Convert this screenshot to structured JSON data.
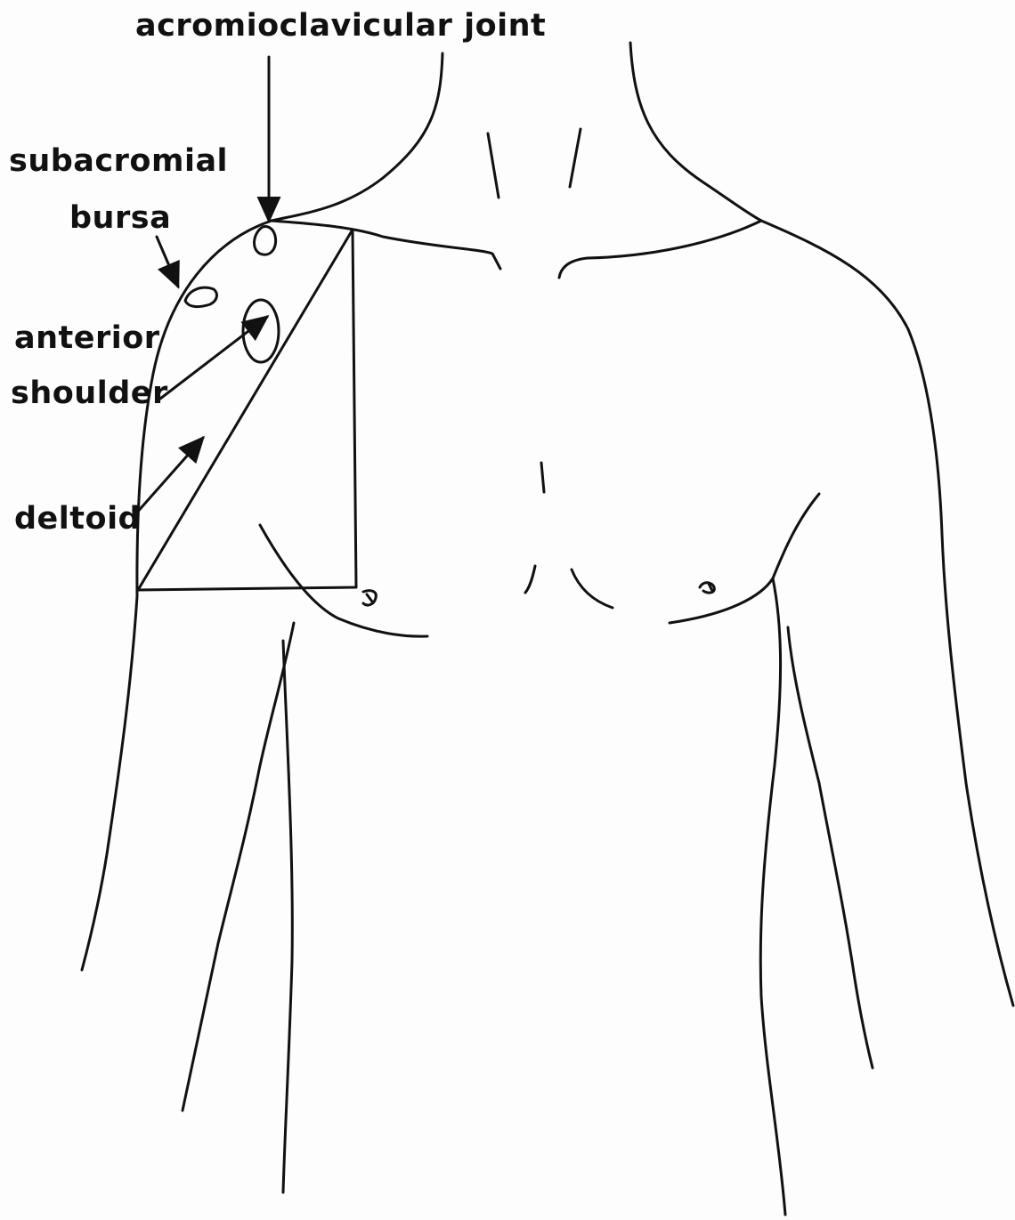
{
  "labels": {
    "acromioclavicular_joint": "acromioclavicular joint",
    "subacromial_line1": "subacromial",
    "subacromial_line2": "bursa",
    "anterior_line1": "anterior",
    "anterior_line2": "shoulder",
    "deltoid": "deltoid"
  },
  "colors": {
    "ink": "#111111",
    "paper": "#fdfdfd"
  }
}
